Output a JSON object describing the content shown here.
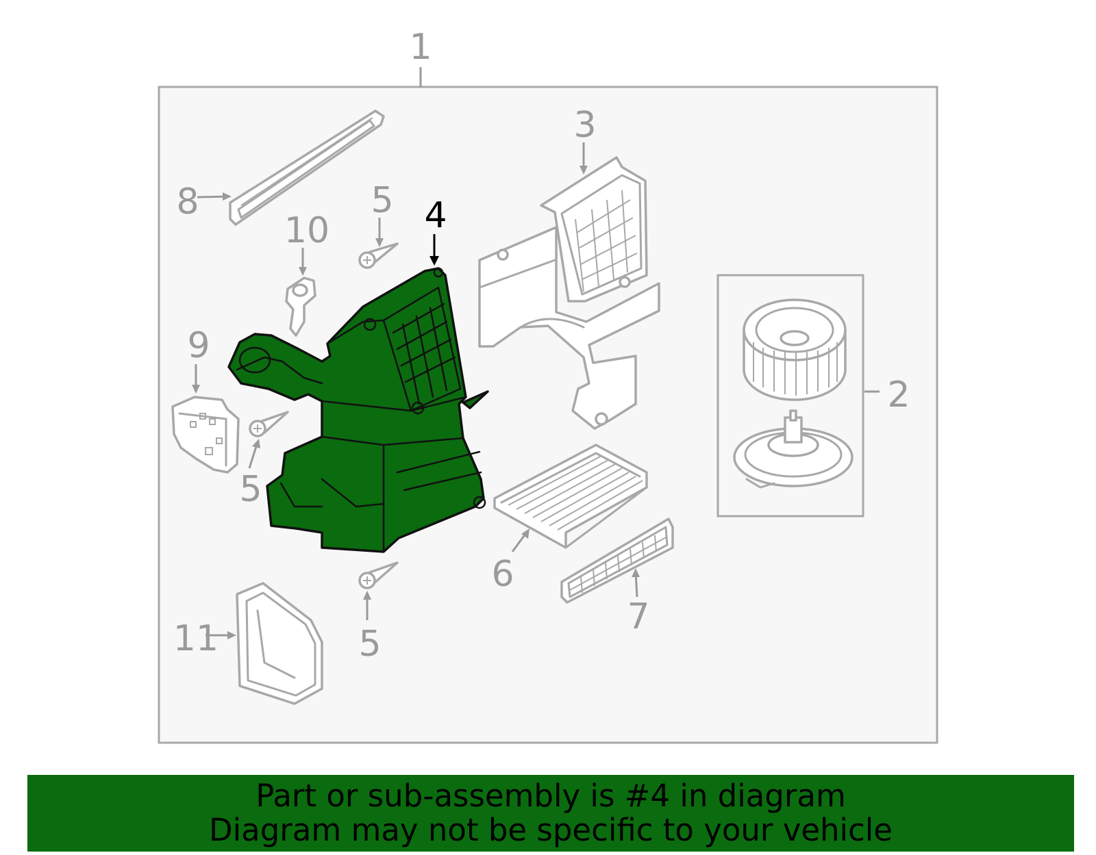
{
  "diagram": {
    "highlight_color": "#0b6b0f",
    "frame_background": "#f7f7f7",
    "line_color": "#a8a8a8",
    "highlighted_callout": "4",
    "callouts": [
      {
        "id": "assembly",
        "label": "1"
      },
      {
        "id": "blower-motor",
        "label": "2"
      },
      {
        "id": "blower-case",
        "label": "3"
      },
      {
        "id": "hvac-case",
        "label": "4"
      },
      {
        "id": "screw-top",
        "label": "5"
      },
      {
        "id": "screw-left",
        "label": "5"
      },
      {
        "id": "screw-bottom",
        "label": "5"
      },
      {
        "id": "cabin-filter",
        "label": "6"
      },
      {
        "id": "filter-cover",
        "label": "7"
      },
      {
        "id": "duct-seal",
        "label": "8"
      },
      {
        "id": "actuator",
        "label": "9"
      },
      {
        "id": "sensor",
        "label": "10"
      },
      {
        "id": "seal-panel",
        "label": "11"
      }
    ]
  },
  "banner": {
    "line1": "Part or sub-assembly is #4 in diagram",
    "line2": "Diagram may not be specific to your vehicle",
    "background": "#0b6b0f"
  }
}
